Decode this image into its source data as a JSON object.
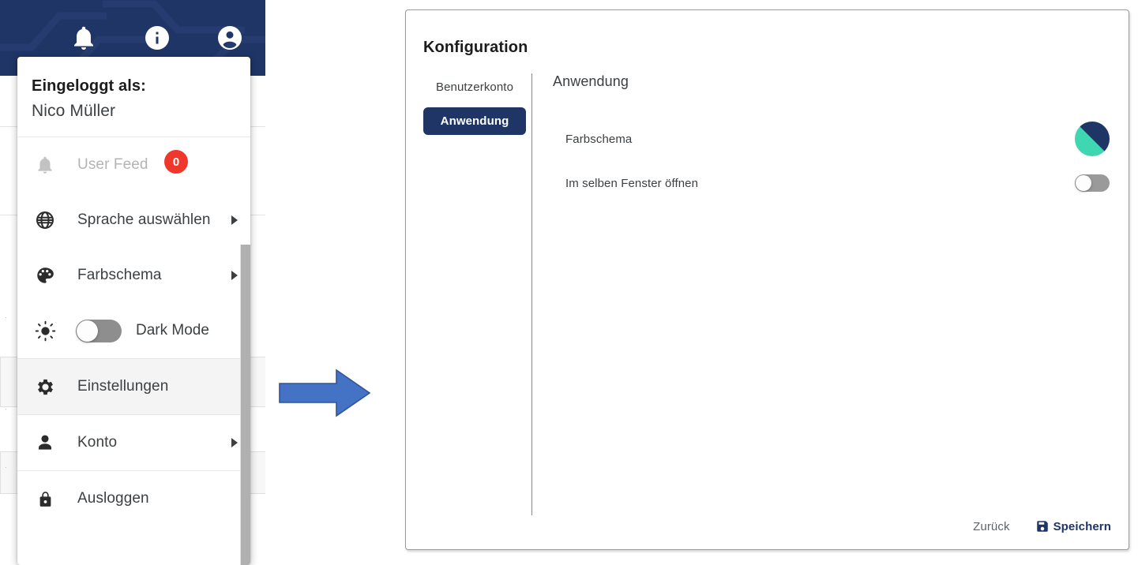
{
  "app_shell": {
    "header": {
      "icons": [
        {
          "name": "bell-icon",
          "label": "Benachrichtigungen"
        },
        {
          "name": "info-icon",
          "label": "Information"
        },
        {
          "name": "account-icon",
          "label": "Konto"
        }
      ]
    }
  },
  "user_menu": {
    "logged_in_label": "Eingeloggt als:",
    "user_name": "Nico Müller",
    "items": [
      {
        "id": "user-feed",
        "label": "User Feed",
        "icon": "bell-icon",
        "badge": "0",
        "badge_color": "#f0372c",
        "disabled": true,
        "submenu": false,
        "toggle": false
      },
      {
        "id": "sprache-auswaehlen",
        "label": "Sprache auswählen",
        "icon": "globe-icon",
        "badge": null,
        "disabled": false,
        "submenu": true,
        "toggle": false
      },
      {
        "id": "farbschema",
        "label": "Farbschema",
        "icon": "palette-icon",
        "badge": null,
        "disabled": false,
        "submenu": true,
        "toggle": false
      },
      {
        "id": "dark-mode",
        "label": "Dark Mode",
        "icon": "sun-icon",
        "badge": null,
        "disabled": false,
        "submenu": false,
        "toggle": true,
        "toggle_state": "off"
      },
      {
        "id": "einstellungen",
        "label": "Einstellungen",
        "icon": "gear-icon",
        "badge": null,
        "disabled": false,
        "submenu": false,
        "toggle": false,
        "highlighted": true
      },
      {
        "id": "konto",
        "label": "Konto",
        "icon": "person-icon",
        "badge": null,
        "disabled": false,
        "submenu": true,
        "toggle": false
      },
      {
        "id": "ausloggen",
        "label": "Ausloggen",
        "icon": "lock-icon",
        "badge": null,
        "disabled": false,
        "submenu": false,
        "toggle": false
      }
    ]
  },
  "flow_arrow": {
    "name": "flow-arrow",
    "direction": "right",
    "fill": "#4472c4",
    "stroke": "#2f5597"
  },
  "config_panel": {
    "title": "Konfiguration",
    "nav": [
      {
        "id": "benutzerkonto",
        "label": "Benutzerkonto",
        "active": false
      },
      {
        "id": "anwendung",
        "label": "Anwendung",
        "active": true
      }
    ],
    "section_title": "Anwendung",
    "rows": [
      {
        "id": "farbschema",
        "label": "Farbschema",
        "control": "color-swatch",
        "colors": [
          "#1f3566",
          "#3fd6b2"
        ]
      },
      {
        "id": "im-selben-fenster-oeffnen",
        "label": "Im selben Fenster öffnen",
        "control": "toggle",
        "toggle_state": "off"
      }
    ],
    "footer": {
      "back_label": "Zurück",
      "save_label": "Speichern",
      "save_icon": "save-disk-icon",
      "save_color": "#1f3566"
    }
  },
  "colors": {
    "brand_navy": "#1f3566",
    "accent_teal": "#3fd6b2",
    "badge_red": "#f0372c",
    "arrow_blue": "#4472c4"
  }
}
